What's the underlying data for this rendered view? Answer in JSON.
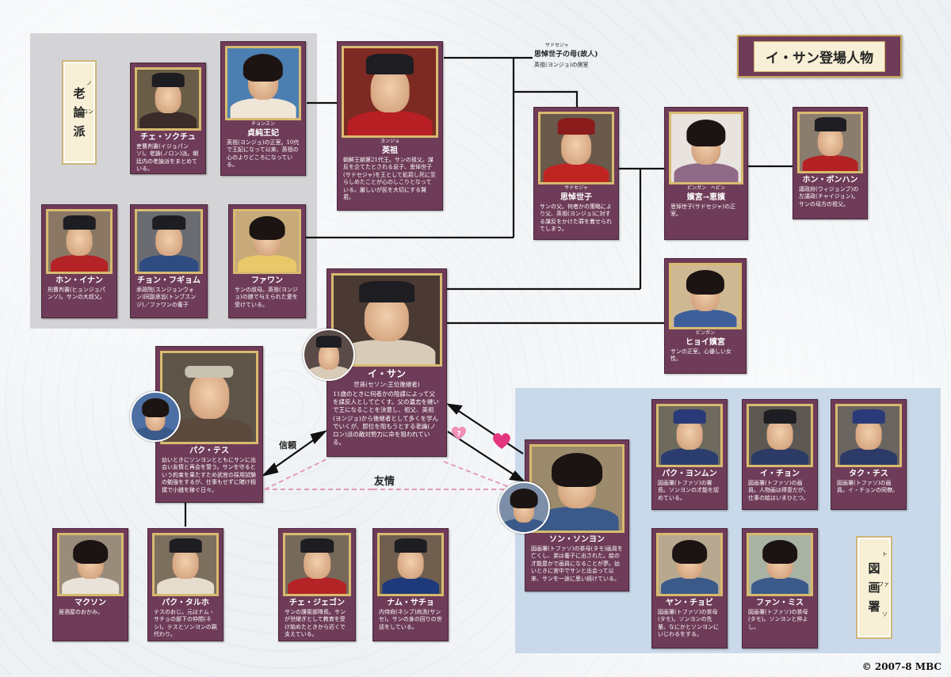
{
  "title": "イ・サン登場人物",
  "copyright": "© 2007-8 MBC",
  "groups": {
    "noron": {
      "chars": [
        "老",
        "論",
        "派"
      ],
      "ruby_top": "ノ",
      "ruby_mid": "ロン"
    },
    "dohwaseo": {
      "chars": [
        "図",
        "画",
        "署"
      ],
      "ruby_top": "ト",
      "ruby_mid": "ファ",
      "ruby_bot": "ソ"
    }
  },
  "mother_note": {
    "title": "思悼世子の母(故人)",
    "ruby": "サドセジャ",
    "sub": "英祖(ヨンジョ)の側室"
  },
  "relations": {
    "trust": "信頼",
    "friendship": "友情"
  },
  "characters": {
    "choe_sokchu": {
      "name": "チェ・ソクチュ",
      "desc": "吏曹判書(イジョパンソ)。老論(ノロン)派。朝廷内の老論派をまとめている。"
    },
    "jeongsun": {
      "ruby": "チョンスン",
      "name": "貞純王妃",
      "desc": "英祖(ヨンジョ)の正室。10代で王妃になって以来、英祖の心のよりどころになっている。"
    },
    "yeongjo": {
      "ruby": "ヨンジョ",
      "name": "英祖",
      "desc": "朝鮮王朝第21代王。サンの祖父。謀反を企てたとされる息子、思悼世子(サドセジャ)を王として処罰し死に至らしめたことが心のしこりとなっている。厳しいが民を大切にする賢君。"
    },
    "sado": {
      "ruby": "サドセジャ",
      "name": "思悼世子",
      "desc": "サンの父。何者かの策略により父、英祖(ヨンジョ)に対する謀反をかけた罪を着せられてしまう。"
    },
    "hyegyeong": {
      "ruby": "ビンガン　ヘビン",
      "name": "嬪宮→恵嬪",
      "desc": "思悼世子(サドセジャ)の正室。"
    },
    "hong_bongham": {
      "name": "ホン・ボンハン",
      "desc": "議政府(ウィジョンブ)の左議政(チャイジョン)。サンの母方の祖父。"
    },
    "hong_inan": {
      "name": "ホン・イナン",
      "desc": "刑曹判書(ヒョンジョパンソ)。サンの大叔父。"
    },
    "jeong_hugyeom": {
      "name": "チョン・フギョム",
      "desc": "承政院(スンジョンウォン)同副承旨(トンブスンジ)／ファワンの養子"
    },
    "hwawan": {
      "name": "ファワン",
      "desc": "サンの叔母。英祖(ヨンジョ)の娘で与えられた愛を受けている。"
    },
    "isan": {
      "name": "イ・サン",
      "sub": "世孫(セソン:王位後継者)",
      "desc": "11歳のときに何者かの陰謀によって父を謀反人として亡くす。父の遺志を継いで王になることを決意し、祖父、英祖(ヨンジョ)から後継者として多くを学んでいくが、即位を阻もうとする老論(ノロン)派の敵対勢力に命を狙われている。"
    },
    "hyoui": {
      "ruby": "ビンガン",
      "name": "ヒョイ嬪宮",
      "desc": "サンの正室。心優しい女性。"
    },
    "park_taesu": {
      "name": "パク・テス",
      "desc": "幼いときにソンヨンとともにサンに出会い友情と再会を誓う。サンを守るという約束を果たすため武官の採用試験の勉強をするが、仕事もせずに賭け相撲で小銭を稼ぐ日々。"
    },
    "song_yeon": {
      "name": "ソン・ソンヨン",
      "desc": "図画署(トファソ)の茶母(タモ)画員を亡くし、弟は養子に出された。絵の才能豊かで画員になることが夢。幼いときに宮中でサンと出会って以来、サンを一途に思い続けている。"
    },
    "park_yongmun": {
      "name": "パク・ヨンムン",
      "desc": "図画署(トファソ)の署長。ソンヨンの才能を認めている。"
    },
    "i_cheong": {
      "name": "イ・チョン",
      "desc": "図画署(トファソ)の画員。人物画は得意だが、仕事の絵はいまひとつ。"
    },
    "tak_chisu": {
      "name": "タク・チス",
      "desc": "図画署(トファソ)の画員。イ・チョンの同僚。"
    },
    "yang_chobi": {
      "name": "ヤン・チョビ",
      "desc": "図画署(トファソ)の茶母(タモ)。ソンヨンの先輩。なにかとソンヨンにいじわるをする。"
    },
    "hwang_misu": {
      "name": "ファン・ミス",
      "desc": "図画署(トファソ)の茶母(タモ)。ソンヨンと仲よし。"
    },
    "maksun": {
      "name": "マクソン",
      "desc": "居酒屋のおかみ。"
    },
    "park_talho": {
      "name": "パク・タルホ",
      "desc": "テスのおじ。元はナム・サチョの部下の仲間(ネシ)。テスとソンヨンの親代わり。"
    },
    "choe_jegon": {
      "name": "チェ・ジェゴン",
      "desc": "サンの護衛部隊長。サンが世継ぎとして教育を受け始めたときから近くで支えている。"
    },
    "nam_sacho": {
      "name": "ナム・サチョ",
      "desc": "内侍府(ネシブ)尚洗(サンセ)。サンの身の回りの世話をしている。"
    }
  },
  "colors": {
    "card": "#6e3c58",
    "frame": "#d8bb6f",
    "noron_panel": "#d4d4d6",
    "dohwaseo_panel": "#c9d9ea",
    "heart": "#e5357e",
    "friendship_line": "#e39ab8"
  }
}
